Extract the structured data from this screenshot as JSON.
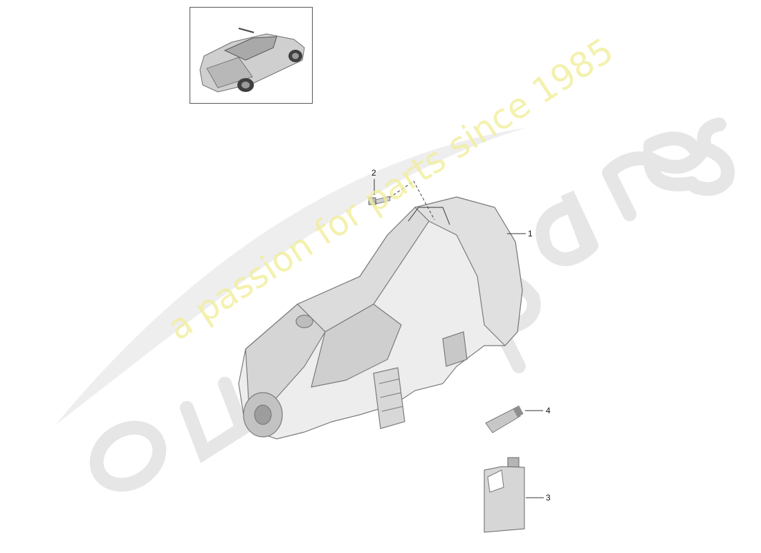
{
  "diagram": {
    "callouts": [
      {
        "id": "1",
        "label": "1"
      },
      {
        "id": "2",
        "label": "2"
      },
      {
        "id": "3",
        "label": "3"
      },
      {
        "id": "4",
        "label": "4"
      }
    ],
    "parts": [
      {
        "ref": "1",
        "name": "transmission-assembly"
      },
      {
        "ref": "2",
        "name": "bolt"
      },
      {
        "ref": "3",
        "name": "oil-container"
      },
      {
        "ref": "4",
        "name": "sealant-tube"
      }
    ]
  },
  "thumbnail": {
    "icon": "convertible-car-icon"
  },
  "watermark": {
    "logo_text": "eurospares",
    "tagline": "a passion for parts since 1985",
    "tagline_color": "#f0ee9a",
    "logo_color": "#e4e4e4"
  }
}
